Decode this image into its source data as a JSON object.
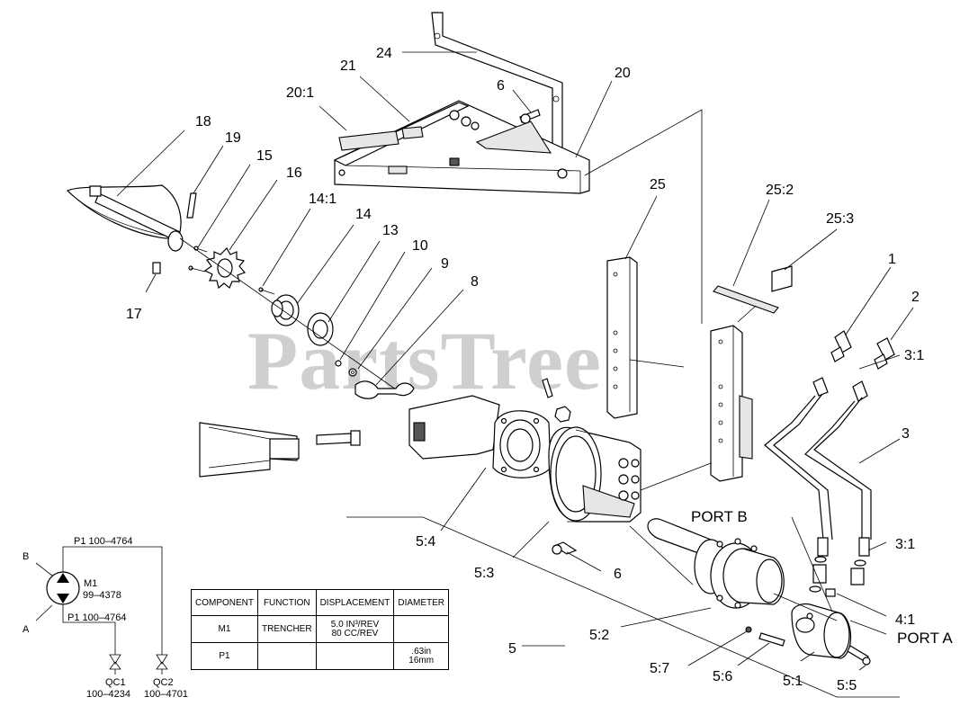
{
  "watermark": "PartsTree",
  "callouts": {
    "c24": "24",
    "c21": "21",
    "c20_1": "20:1",
    "c20": "20",
    "c6a": "6",
    "c18": "18",
    "c19": "19",
    "c15": "15",
    "c16": "16",
    "c14_1": "14:1",
    "c14": "14",
    "c13": "13",
    "c10": "10",
    "c9": "9",
    "c8": "8",
    "c17": "17",
    "c25": "25",
    "c25_2": "25:2",
    "c25_3": "25:3",
    "c1": "1",
    "c2": "2",
    "c3_1a": "3:1",
    "c3": "3",
    "c3_1b": "3:1",
    "port_b": "PORT B",
    "c5_4": "5:4",
    "c5_3": "5:3",
    "c6b": "6",
    "c4_1": "4:1",
    "port_a": "PORT A",
    "c5_2": "5:2",
    "c5": "5",
    "c5_7": "5:7",
    "c5_6": "5:6",
    "c5_1": "5:1",
    "c5_5": "5:5"
  },
  "schematic": {
    "label_b": "B",
    "label_a": "A",
    "p1_top": "P1 100–4764",
    "p1_bottom": "P1 100–4764",
    "m1_name": "M1",
    "m1_part": "99–4378",
    "qc1_name": "QC1",
    "qc1_part": "100–4234",
    "qc2_name": "QC2",
    "qc2_part": "100–4701"
  },
  "table": {
    "headers": [
      "COMPONENT",
      "FUNCTION",
      "DISPLACEMENT",
      "DIAMETER"
    ],
    "rows": [
      {
        "component": "M1",
        "function": "TRENCHER",
        "displacement_1": "5.0 IN³/REV",
        "displacement_2": "80 CC/REV",
        "diameter_1": "",
        "diameter_2": ""
      },
      {
        "component": "P1",
        "function": "",
        "displacement_1": "",
        "displacement_2": "",
        "diameter_1": ".63in",
        "diameter_2": "16mm"
      }
    ]
  }
}
